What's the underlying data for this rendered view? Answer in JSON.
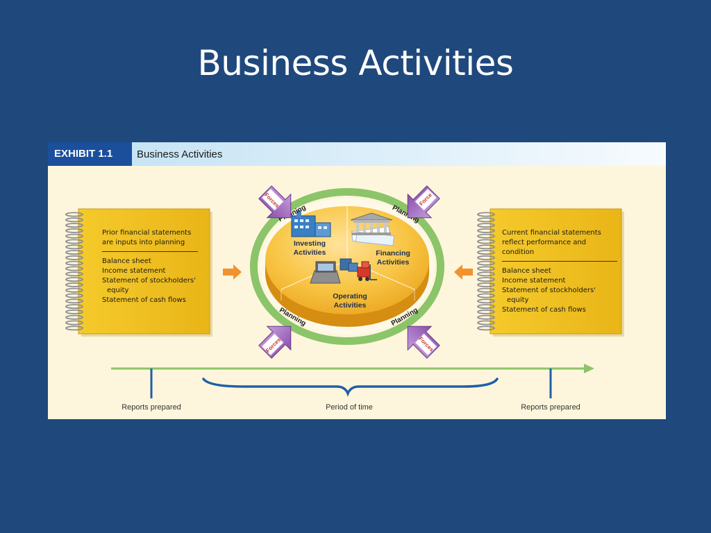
{
  "slide": {
    "title": "Business Activities"
  },
  "exhibit": {
    "label": "EXHIBIT 1.1",
    "caption": "Business Activities"
  },
  "left_notebook": {
    "heading_line1": "Prior financial statements",
    "heading_line2": "are inputs into planning",
    "items": [
      "Balance sheet",
      "Income statement",
      "Statement of stockholders'",
      "equity",
      "Statement of cash flows"
    ]
  },
  "right_notebook": {
    "heading_line1": "Current financial statements",
    "heading_line2": "reflect performance and condition",
    "items": [
      "Balance sheet",
      "Income statement",
      "Statement of stockholders'",
      "equity",
      "Statement of cash flows"
    ]
  },
  "cycle": {
    "planning_label": "Planning",
    "force_labels": {
      "top_left": "Forces",
      "top_right": "Force",
      "bottom_left": "Forces",
      "bottom_right": "Forces"
    },
    "segments": {
      "investing": [
        "Investing",
        "Activities"
      ],
      "financing": [
        "Financing",
        "Activities"
      ],
      "operating": [
        "Operating",
        "Activities"
      ]
    }
  },
  "timeline": {
    "left_label": "Reports prepared",
    "center_label": "Period of time",
    "right_label": "Reports prepared"
  },
  "colors": {
    "background": "#1f497d",
    "exhibit_label_bg": "#1b4f9c",
    "notebook": "#f0c21e",
    "ring": "#8cc46a",
    "pie": "#f5b72a",
    "force_arrow": "#9a5fb8",
    "input_arrow": "#f2922c",
    "timeline": "#8cc46a",
    "marker": "#1f5fa8"
  }
}
